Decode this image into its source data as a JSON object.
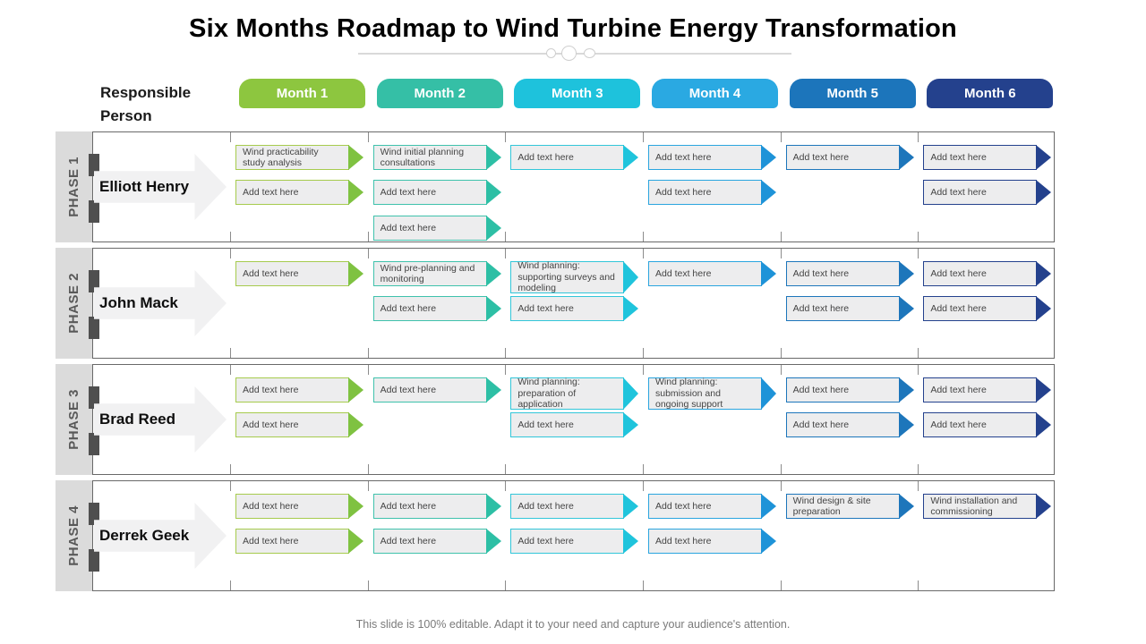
{
  "title": "Six Months Roadmap to Wind Turbine Energy Transformation",
  "footer": "This slide is 100% editable. Adapt it to your need and capture your audience's attention.",
  "header": {
    "responsible_label": "Responsible Person",
    "months": [
      {
        "label": "Month 1",
        "tab": "#8dc63f",
        "border": "#a6cb4d",
        "arrow": "#7fc241"
      },
      {
        "label": "Month 2",
        "tab": "#35bfa6",
        "border": "#3fc2ac",
        "arrow": "#2dbfa5"
      },
      {
        "label": "Month 3",
        "tab": "#1ec2dc",
        "border": "#32c6d9",
        "arrow": "#1fc4dc"
      },
      {
        "label": "Month 4",
        "tab": "#2aa9e2",
        "border": "#2aa5df",
        "arrow": "#1e93d8"
      },
      {
        "label": "Month 5",
        "tab": "#1c75bb",
        "border": "#1d76bb",
        "arrow": "#1d76bb"
      },
      {
        "label": "Month 6",
        "tab": "#24418d",
        "border": "#24418d",
        "arrow": "#24418d"
      }
    ]
  },
  "phases": [
    {
      "label": "PHASE 1",
      "person": "Elliott Henry",
      "rows": [
        [
          {
            "month": 1,
            "text": "Wind practicability study analysis"
          },
          {
            "month": 2,
            "text": "Wind initial planning consultations"
          },
          {
            "month": 3,
            "text": "Add text here"
          },
          {
            "month": 4,
            "text": "Add text here"
          },
          {
            "month": 5,
            "text": "Add text here"
          },
          {
            "month": 6,
            "text": "Add text here"
          }
        ],
        [
          {
            "month": 1,
            "text": "Add text here"
          },
          {
            "month": 2,
            "text": "Add text here"
          },
          {
            "month": 4,
            "text": "Add text here"
          },
          {
            "month": 6,
            "text": "Add text here"
          }
        ],
        [
          {
            "month": 2,
            "text": "Add text here"
          }
        ]
      ]
    },
    {
      "label": "PHASE 2",
      "person": "John Mack",
      "rows": [
        [
          {
            "month": 1,
            "text": "Add text here"
          },
          {
            "month": 2,
            "text": "Wind pre-planning and monitoring"
          },
          {
            "month": 3,
            "text": "Wind planning: supporting surveys and modeling"
          },
          {
            "month": 4,
            "text": "Add text here"
          },
          {
            "month": 5,
            "text": "Add text here"
          },
          {
            "month": 6,
            "text": "Add text here"
          }
        ],
        [
          {
            "month": 2,
            "text": "Add text here"
          },
          {
            "month": 3,
            "text": "Add text here"
          },
          {
            "month": 5,
            "text": "Add text here"
          },
          {
            "month": 6,
            "text": "Add text here"
          }
        ]
      ]
    },
    {
      "label": "PHASE 3",
      "person": "Brad Reed",
      "rows": [
        [
          {
            "month": 1,
            "text": "Add text here"
          },
          {
            "month": 2,
            "text": "Add text here"
          },
          {
            "month": 3,
            "text": "Wind planning: preparation of application"
          },
          {
            "month": 4,
            "text": "Wind planning: submission and ongoing support"
          },
          {
            "month": 5,
            "text": "Add text here"
          },
          {
            "month": 6,
            "text": "Add text here"
          }
        ],
        [
          {
            "month": 1,
            "text": "Add text here"
          },
          {
            "month": 3,
            "text": "Add text here"
          },
          {
            "month": 5,
            "text": "Add text here"
          },
          {
            "month": 6,
            "text": "Add text here"
          }
        ]
      ]
    },
    {
      "label": "PHASE 4",
      "person": "Derrek Geek",
      "rows": [
        [
          {
            "month": 1,
            "text": "Add text here"
          },
          {
            "month": 2,
            "text": "Add text here"
          },
          {
            "month": 3,
            "text": "Add text here"
          },
          {
            "month": 4,
            "text": "Add text here"
          },
          {
            "month": 5,
            "text": "Wind design & site preparation"
          },
          {
            "month": 6,
            "text": "Wind installation and commissioning"
          }
        ],
        [
          {
            "month": 1,
            "text": "Add text here"
          },
          {
            "month": 2,
            "text": "Add text here"
          },
          {
            "month": 3,
            "text": "Add text here"
          },
          {
            "month": 4,
            "text": "Add text here"
          }
        ]
      ]
    }
  ]
}
